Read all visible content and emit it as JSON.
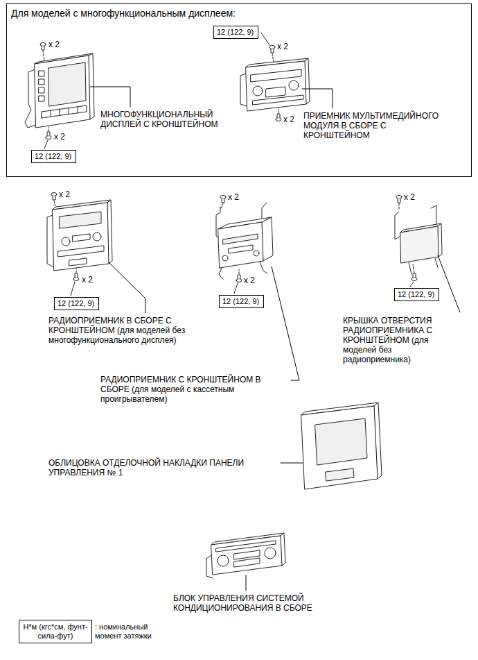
{
  "diagram": {
    "nodes": [
      {
        "text": [
          "Для моделей с многофункциональным дисплеем:"
        ]
      },
      {
        "text": [
          "12 (122, 9)"
        ],
        "in": 0
      },
      {
        "text": [
          "12 (122, 9)"
        ],
        "in": 0
      },
      {
        "text": [
          "12 (122, 9)"
        ]
      },
      {
        "text": [
          "12 (122, 9)"
        ]
      },
      {
        "text": [
          "12 (122, 9)"
        ]
      },
      {
        "text": [
          "Н*м (кгс*см, фунт-сила-фут)"
        ]
      }
    ],
    "labels": [
      "x 2",
      "x 2",
      "x 2",
      "x 2",
      "МНОГОФУНКЦИОНАЛЬНЫЙ ДИСПЛЕЙ С КРОНШТЕЙНОМ",
      "ПРИЕМНИК МУЛЬТИМЕДИЙНОГО МОДУЛЯ В СБОРЕ С КРОНШТЕЙНОМ",
      "x 2",
      "x 2",
      "x 2",
      "x 2",
      "x 2",
      "РАДИОПРИЕМНИК В СБОРЕ С КРОНШТЕЙНОМ (для моделей без многофункционального дисплея)",
      "КРЫШКА ОТВЕРСТИЯ РАДИОПРИЕМНИКА С КРОНШТЕЙНОМ (для моделей без радиоприемника)",
      "РАДИОПРИЕМНИК С КРОНШТЕЙНОМ В СБОРЕ (для моделей с кассетным проигрывателем)",
      "ОБЛИЦОВКА ОТДЕЛОЧНОЙ НАКЛАДКИ ПАНЕЛИ УПРАВЛЕНИЯ № 1",
      "БЛОК УПРАВЛЕНИЯ СИСТЕМОЙ КОНДИЦИОНИРОВАНИЯ В СБОРЕ"
    ],
    "legend": [
      {
        "text": ": номинальный момент затяжки"
      }
    ]
  }
}
